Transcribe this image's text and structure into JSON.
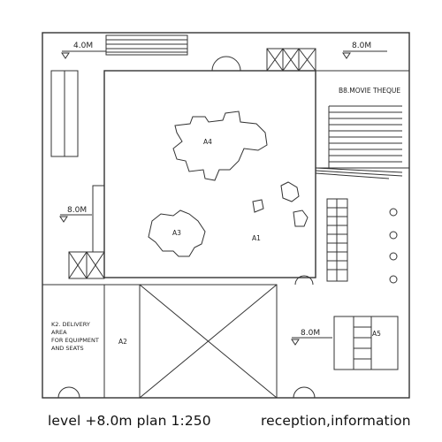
{
  "levels": {
    "left_top": "4.0M",
    "right_top": "8.0M",
    "left_mid": "8.0M",
    "right_bottom": "8.0M"
  },
  "spaces": {
    "a1": "A1",
    "a2": "A2",
    "a3": "A3",
    "a4": "A4",
    "a5": "A5",
    "movie_theque": "B8.MOVIE THEQUE"
  },
  "delivery_note": [
    "K2. DELIVERY",
    "AREA",
    "FOR EQUIPMENT",
    "AND SEATS"
  ],
  "caption": {
    "left": "level +8.0m plan  1:250",
    "right": "reception,information"
  },
  "colors": {
    "line": "#333333",
    "background": "#ffffff"
  }
}
